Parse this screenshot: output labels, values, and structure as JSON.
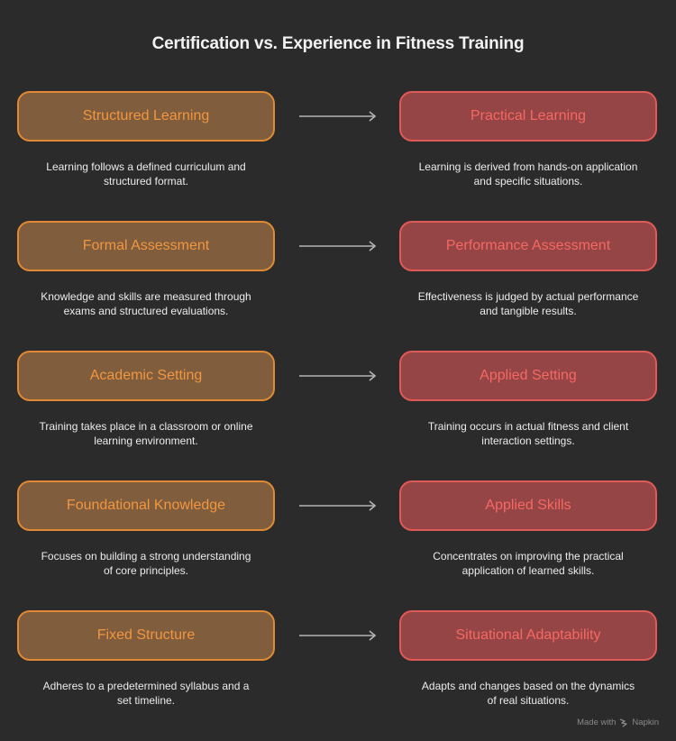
{
  "title": "Certification vs. Experience in Fitness Training",
  "colors": {
    "background": "#2b2b2b",
    "left_fill": "#7f5d3d",
    "left_border": "#e08a35",
    "left_text": "#f2963f",
    "right_fill": "#954545",
    "right_border": "#e05a58",
    "right_text": "#f56864",
    "arrow": "#b5b5b5"
  },
  "rows": [
    {
      "left": {
        "label": "Structured Learning",
        "desc": [
          "Learning follows a defined curriculum and",
          "structured format."
        ]
      },
      "arrow_icon": "arrow-right-icon",
      "right": {
        "label": "Practical Learning",
        "desc": [
          "Learning is derived from hands-on application",
          "and specific situations."
        ]
      }
    },
    {
      "left": {
        "label": "Formal Assessment",
        "desc": [
          "Knowledge and skills are measured through",
          "exams and structured evaluations."
        ]
      },
      "arrow_icon": "arrow-right-icon",
      "right": {
        "label": "Performance Assessment",
        "desc": [
          "Effectiveness is judged by actual performance",
          "and tangible results."
        ]
      }
    },
    {
      "left": {
        "label": "Academic Setting",
        "desc": [
          "Training takes place in a classroom or online",
          "learning environment."
        ]
      },
      "arrow_icon": "arrow-right-icon",
      "right": {
        "label": "Applied Setting",
        "desc": [
          "Training occurs in actual fitness and client",
          "interaction settings."
        ]
      }
    },
    {
      "left": {
        "label": "Foundational Knowledge",
        "desc": [
          "Focuses on building a strong understanding",
          "of core principles."
        ]
      },
      "arrow_icon": "arrow-right-icon",
      "right": {
        "label": "Applied Skills",
        "desc": [
          "Concentrates on improving the practical",
          "application of learned skills."
        ]
      }
    },
    {
      "left": {
        "label": "Fixed Structure",
        "desc": [
          "Adheres to a predetermined syllabus and a",
          "set timeline."
        ]
      },
      "arrow_icon": "arrow-right-icon",
      "right": {
        "label": "Situational Adaptability",
        "desc": [
          "Adapts and changes based on the dynamics",
          "of real situations."
        ]
      }
    }
  ],
  "footer": {
    "made_with": "Made with",
    "brand": "Napkin",
    "brand_icon": "napkin-logo-icon"
  }
}
